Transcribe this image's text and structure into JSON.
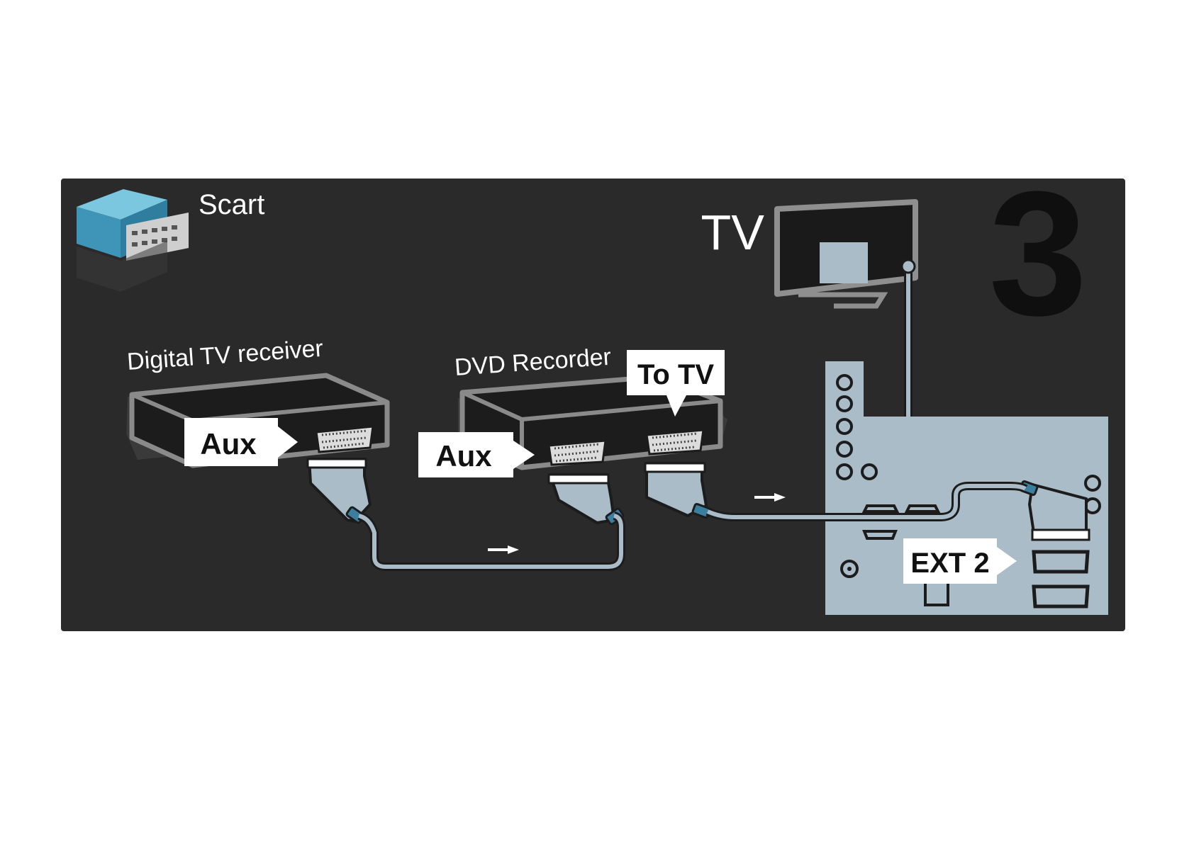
{
  "diagram": {
    "title": "Scart",
    "step_number": "3",
    "tv_label": "TV",
    "devices": {
      "receiver": {
        "name": "Digital TV receiver",
        "port_label": "Aux"
      },
      "recorder": {
        "name": "DVD Recorder",
        "port_label": "Aux",
        "output_label": "To TV"
      }
    },
    "tv_port_label": "EXT 2"
  },
  "colors": {
    "background": "#2a2a2a",
    "tv_panel": "#a9bcc7",
    "device_body": "#1c1c1c",
    "device_outline": "#8a8a8a",
    "cable": "#a9bcc7",
    "scart_icon": "#4aa3c4"
  }
}
